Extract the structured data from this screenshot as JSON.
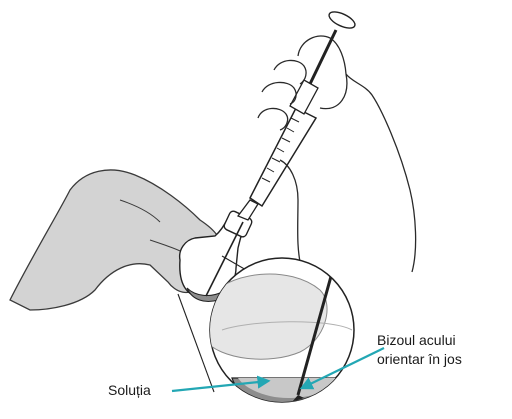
{
  "labels": {
    "solution": "Soluția",
    "bevel_line1": "Bizoul acului",
    "bevel_line2": "orientar în jos"
  },
  "colors": {
    "glove": "#d3d3d3",
    "glove_outline": "#3a3a3a",
    "syringe": "#ffffff",
    "outline": "#222222",
    "solution": "#8d8d8d",
    "arrow": "#23a7b4"
  }
}
